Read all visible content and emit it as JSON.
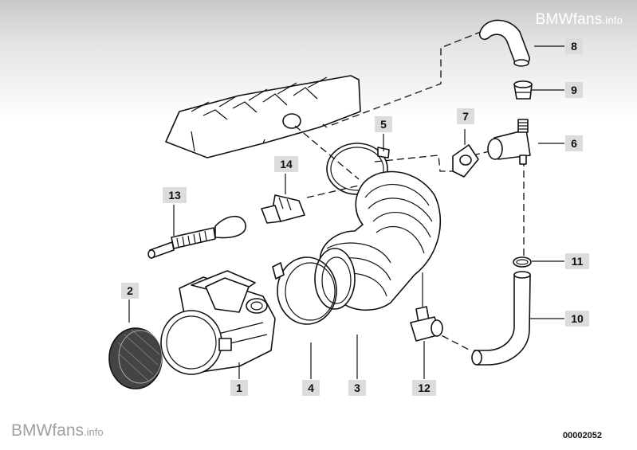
{
  "watermark": {
    "brand": "BMWfans",
    "suffix": ".info"
  },
  "diagram_code": "00002052",
  "callouts": [
    {
      "id": "c1",
      "label": "1"
    },
    {
      "id": "c2",
      "label": "2"
    },
    {
      "id": "c3",
      "label": "3"
    },
    {
      "id": "c4",
      "label": "4"
    },
    {
      "id": "c5",
      "label": "5"
    },
    {
      "id": "c6",
      "label": "6"
    },
    {
      "id": "c7",
      "label": "7"
    },
    {
      "id": "c8",
      "label": "8"
    },
    {
      "id": "c9",
      "label": "9"
    },
    {
      "id": "c10",
      "label": "10"
    },
    {
      "id": "c11",
      "label": "11"
    },
    {
      "id": "c12",
      "label": "12"
    },
    {
      "id": "c13",
      "label": "13"
    },
    {
      "id": "c14",
      "label": "14"
    }
  ]
}
